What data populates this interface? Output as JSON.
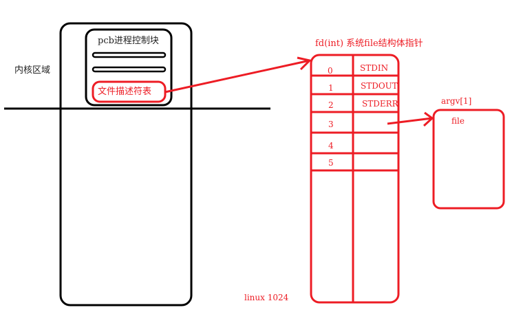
{
  "kernel_label": "内核区域",
  "pcb": {
    "title": "pcb进程控制块",
    "fd_table_label": "文件描述符表"
  },
  "fd_table": {
    "title": "fd(int) 系统file结构体指针",
    "rows": [
      {
        "fd": "0",
        "value": "STDIN"
      },
      {
        "fd": "1",
        "value": "STDOUT"
      },
      {
        "fd": "2",
        "value": "STDERR"
      },
      {
        "fd": "3",
        "value": ""
      },
      {
        "fd": "4",
        "value": ""
      },
      {
        "fd": "5",
        "value": ""
      }
    ]
  },
  "argv_box": {
    "title": "argv[1]",
    "content": "file"
  },
  "footer": "linux 1024",
  "colors": {
    "line": "#000000",
    "accent": "#ed1c24"
  }
}
